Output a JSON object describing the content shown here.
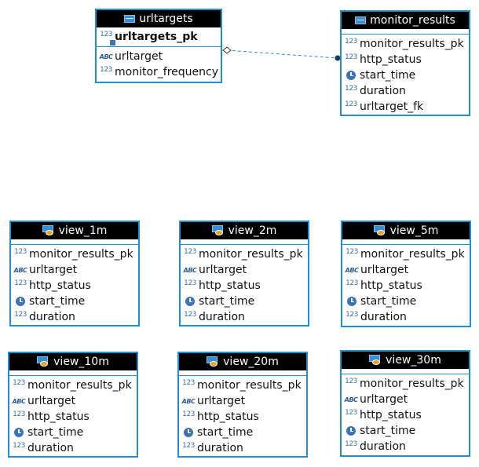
{
  "entities": {
    "urltargets": {
      "name": "urltargets",
      "pk": "urltargets_pk",
      "fields": [
        "urltarget",
        "monitor_frequency"
      ]
    },
    "monitor_results": {
      "name": "monitor_results",
      "fields": [
        "monitor_results_pk",
        "http_status",
        "start_time",
        "duration",
        "urltarget_fk"
      ]
    },
    "view_1m": {
      "name": "view_1m",
      "fields": [
        "monitor_results_pk",
        "urltarget",
        "http_status",
        "start_time",
        "duration"
      ]
    },
    "view_2m": {
      "name": "view_2m",
      "fields": [
        "monitor_results_pk",
        "urltarget",
        "http_status",
        "start_time",
        "duration"
      ]
    },
    "view_5m": {
      "name": "view_5m",
      "fields": [
        "monitor_results_pk",
        "urltarget",
        "http_status",
        "start_time",
        "duration"
      ]
    },
    "view_10m": {
      "name": "view_10m",
      "fields": [
        "monitor_results_pk",
        "urltarget",
        "http_status",
        "start_time",
        "duration"
      ]
    },
    "view_20m": {
      "name": "view_20m",
      "fields": [
        "monitor_results_pk",
        "urltarget",
        "http_status",
        "start_time",
        "duration"
      ]
    },
    "view_30m": {
      "name": "view_30m",
      "fields": [
        "monitor_results_pk",
        "urltarget",
        "http_status",
        "start_time",
        "duration"
      ]
    }
  },
  "icons": {
    "numeric": "123",
    "text": "ABC"
  },
  "colors": {
    "border": "#1f8fd0",
    "header": "#000000",
    "connector": "#2a8fc8"
  }
}
